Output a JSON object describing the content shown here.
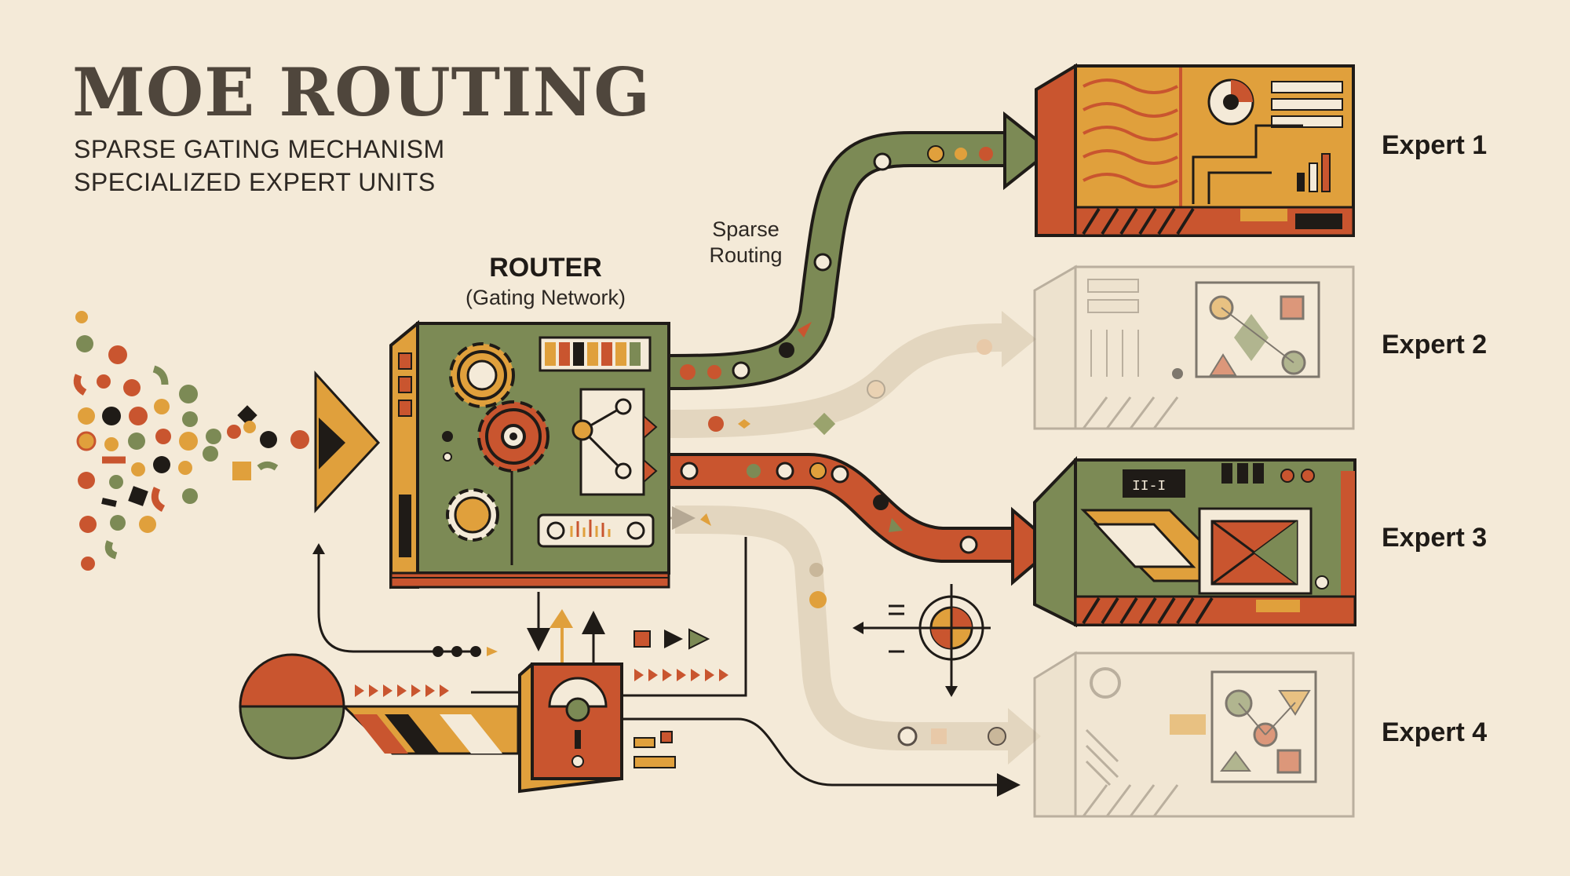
{
  "title": "MOE ROUTING",
  "subtitle_lines": [
    "SPARSE GATING MECHANISM",
    "SPECIALIZED EXPERT UNITS"
  ],
  "router": {
    "label": "ROUTER",
    "sublabel": "(Gating Network)"
  },
  "routing_label_lines": [
    "Sparse",
    "Routing"
  ],
  "experts": [
    {
      "label": "Expert 1",
      "state": "active"
    },
    {
      "label": "Expert 2",
      "state": "inactive"
    },
    {
      "label": "Expert 3",
      "state": "active"
    },
    {
      "label": "Expert 4",
      "state": "inactive"
    }
  ],
  "colors": {
    "background": "#f4ead8",
    "rust": "#c9552f",
    "olive": "#7c8a55",
    "mustard": "#e0a03c",
    "ink": "#1f1b17",
    "faded": "#ddd1bc"
  }
}
